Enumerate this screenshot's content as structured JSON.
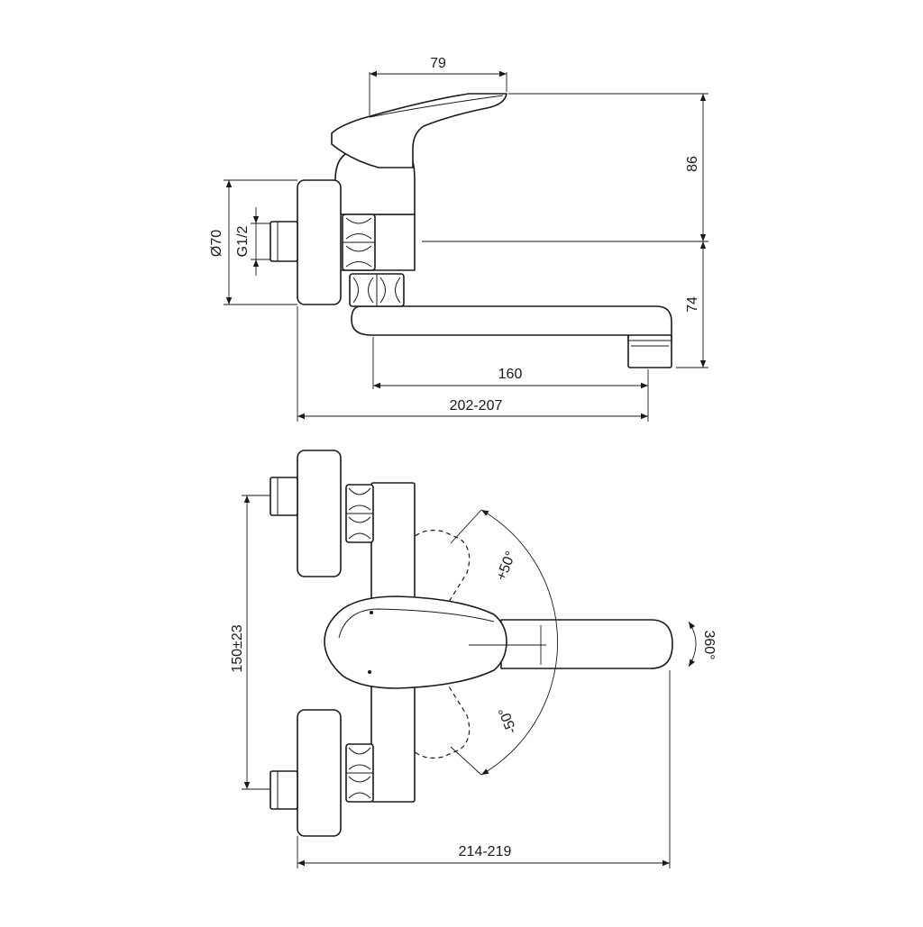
{
  "top_view": {
    "dim_79": "79",
    "dim_86": "86",
    "dim_74": "74",
    "dim_dia70": "Ø70",
    "dim_g12": "G1/2",
    "dim_160": "160",
    "dim_202": "202-207"
  },
  "bottom_view": {
    "dim_150": "150±23",
    "dim_plus50": "+50°",
    "dim_minus50": "-50°",
    "dim_360": "360°",
    "dim_214": "214-219"
  },
  "colors": {
    "line": "#1a1a1a",
    "background": "#ffffff"
  }
}
